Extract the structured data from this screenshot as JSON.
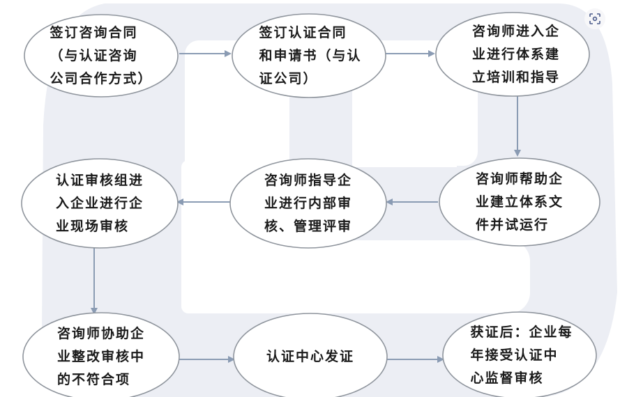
{
  "diagram": {
    "type": "flowchart",
    "colors": {
      "background": "#ffffff",
      "watermark": "#eceef4",
      "ellipse_fill": "#ffffff",
      "ellipse_stroke": "#8e949c",
      "arrow": "#8a9bb3",
      "text": "#1a1a1a"
    },
    "nodes": [
      {
        "id": "n1",
        "row": 1,
        "col": 1,
        "lines": [
          "签订咨询合同",
          "（与认证咨询",
          "公司合作方式）"
        ]
      },
      {
        "id": "n2",
        "row": 1,
        "col": 2,
        "lines": [
          "签订认证合同",
          "和申请书（与认",
          "证公司）"
        ]
      },
      {
        "id": "n3",
        "row": 1,
        "col": 3,
        "lines": [
          "咨询师进入企",
          "业进行体系建",
          "立培训和指导"
        ]
      },
      {
        "id": "n4",
        "row": 2,
        "col": 3,
        "lines": [
          "咨询师帮助企",
          "业建立体系文",
          "件并试运行"
        ]
      },
      {
        "id": "n5",
        "row": 2,
        "col": 2,
        "lines": [
          "咨询师指导企",
          "业进行内部审",
          "核、管理评审"
        ]
      },
      {
        "id": "n6",
        "row": 2,
        "col": 1,
        "lines": [
          "认证审核组进",
          "入企业进行企",
          "业现场审核"
        ]
      },
      {
        "id": "n7",
        "row": 3,
        "col": 1,
        "lines": [
          "咨询师协助企",
          "业整改审核中",
          "的不符合项"
        ]
      },
      {
        "id": "n8",
        "row": 3,
        "col": 2,
        "lines": [
          "认证中心发证"
        ]
      },
      {
        "id": "n9",
        "row": 3,
        "col": 3,
        "lines": [
          "获证后：企业每",
          "年接受认证中",
          "心监督审核"
        ]
      }
    ],
    "node_text": {
      "n1": "签订咨询合同\n（与认证咨询\n公司合作方式）",
      "n2": "签订认证合同\n和申请书（与认\n证公司）",
      "n3": "咨询师进入企\n业进行体系建\n立培训和指导",
      "n4": "咨询师帮助企\n业建立体系文\n件并试运行",
      "n5": "咨询师指导企\n业进行内部审\n核、管理评审",
      "n6": "认证审核组进\n入企业进行企\n业现场审核",
      "n7": "咨询师协助企\n业整改审核中\n的不符合项",
      "n8": "认证中心发证",
      "n9": "获证后：企业每\n年接受认证中\n心监督审核"
    },
    "edges": [
      {
        "from": "n1",
        "to": "n2",
        "direction": "right"
      },
      {
        "from": "n2",
        "to": "n3",
        "direction": "right"
      },
      {
        "from": "n3",
        "to": "n4",
        "direction": "down"
      },
      {
        "from": "n4",
        "to": "n5",
        "direction": "left"
      },
      {
        "from": "n5",
        "to": "n6",
        "direction": "left"
      },
      {
        "from": "n6",
        "to": "n7",
        "direction": "down"
      },
      {
        "from": "n7",
        "to": "n8",
        "direction": "right"
      },
      {
        "from": "n8",
        "to": "n9",
        "direction": "right"
      }
    ],
    "paragraph_mark": "↵"
  },
  "overlay": {
    "corner_icon": "image-scan-icon"
  }
}
